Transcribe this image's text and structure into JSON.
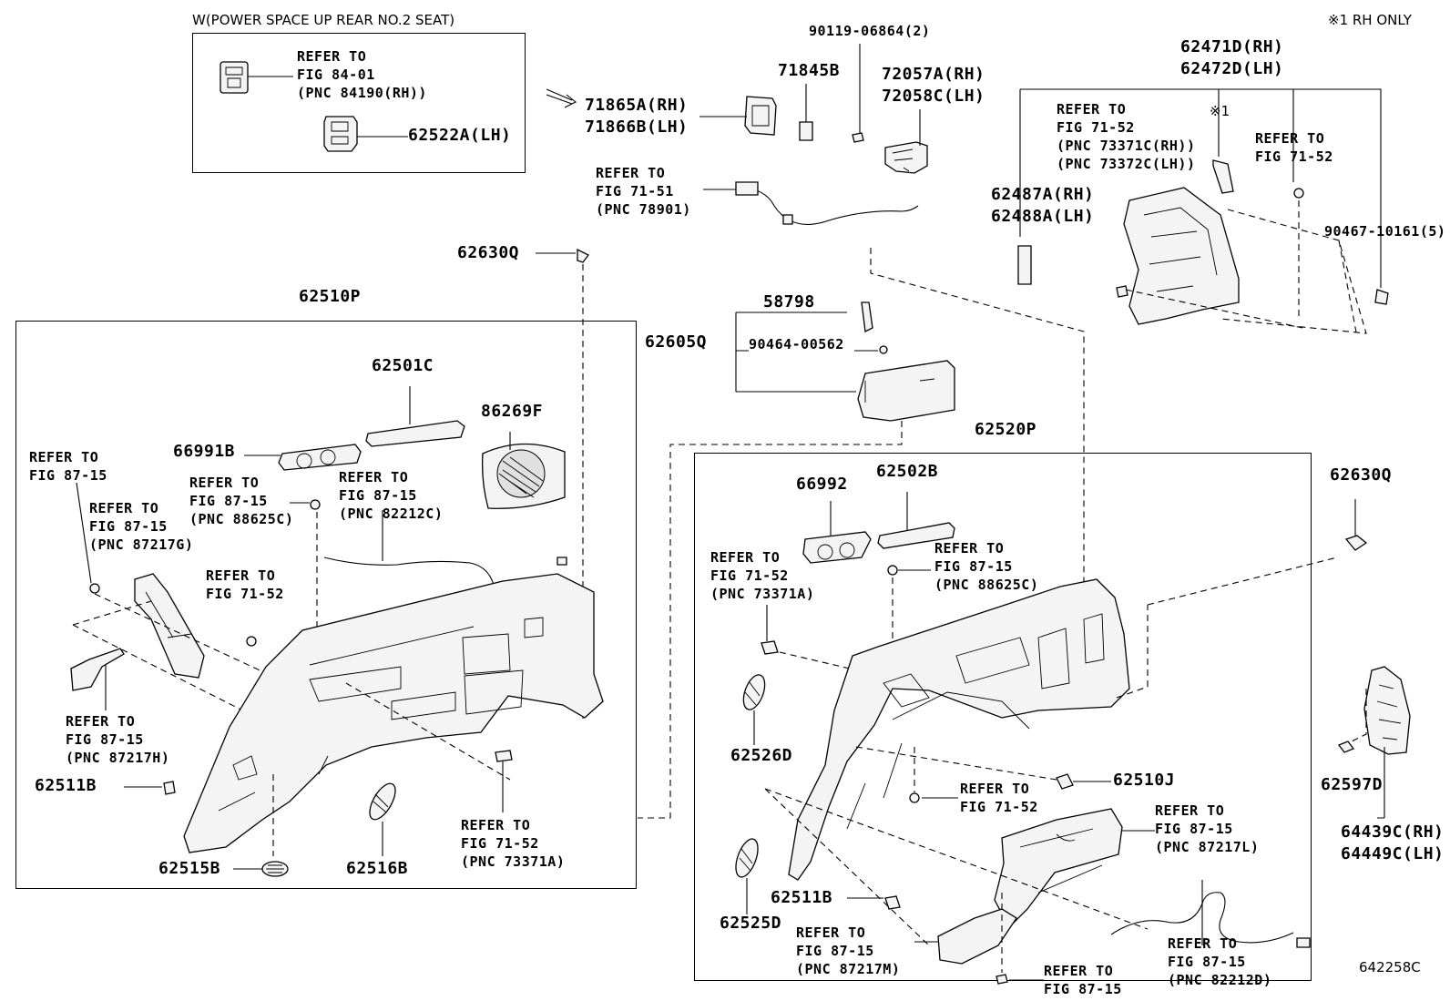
{
  "header": {
    "rh_only_note": "※1 RH ONLY",
    "diagram_code": "642258C"
  },
  "inset": {
    "title": "W(POWER SPACE UP REAR NO.2 SEAT)",
    "ref_fig": "REFER TO\nFIG 84-01\n(PNC 84190(RH))",
    "part": "62522A(LH)"
  },
  "upper_center": {
    "p71865": "71865A(RH)\n71866B(LH)",
    "p71845": "71845B",
    "p90119": "90119-06864(2)",
    "p72057": "72057A(RH)\n72058C(LH)",
    "ref_7151": "REFER TO\nFIG 71-51\n(PNC 78901)",
    "p62630q": "62630Q"
  },
  "upper_right": {
    "p62471": "62471D(RH)\n62472D(LH)",
    "ref_7152a": "REFER TO\nFIG 71-52\n(PNC 73371C(RH))\n(PNC 73372C(LH))",
    "mark1": "※1",
    "ref_7152b": "REFER TO\nFIG 71-52",
    "p62487": "62487A(RH)\n62488A(LH)",
    "p90467": "90467-10161(5)"
  },
  "center_mid": {
    "p58798": "58798",
    "p62605q": "62605Q",
    "p90464": "90464-00562"
  },
  "left_panel": {
    "title": "62510P",
    "p62501c": "62501C",
    "p86269f": "86269F",
    "p66991b": "66991B",
    "ref_a": "REFER TO\nFIG 87-15",
    "ref_b": "REFER TO\nFIG 87-15\n(PNC 87217G)",
    "ref_c": "REFER TO\nFIG 87-15\n(PNC 88625C)",
    "ref_d": "REFER TO\nFIG 87-15\n(PNC 82212C)",
    "ref_e": "REFER TO\nFIG 71-52",
    "ref_f": "REFER TO\nFIG 87-15\n(PNC 87217H)",
    "p62511b": "62511B",
    "p62515b": "62515B",
    "p62516b": "62516B",
    "ref_g": "REFER TO\nFIG 71-52\n(PNC 73371A)"
  },
  "right_panel": {
    "title": "62520P",
    "p66992": "66992",
    "p62502b": "62502B",
    "ref_a": "REFER TO\nFIG 71-52\n(PNC 73371A)",
    "ref_b": "REFER TO\nFIG 87-15\n(PNC 88625C)",
    "p62526d": "62526D",
    "p62510j": "62510J",
    "ref_c": "REFER TO\nFIG 71-52",
    "ref_d": "REFER TO\nFIG 87-15\n(PNC 87217L)",
    "p62525d": "62525D",
    "p62511b": "62511B",
    "ref_e": "REFER TO\nFIG 87-15\n(PNC 87217M)",
    "ref_f": "REFER TO\nFIG 87-15",
    "ref_g": "REFER TO\nFIG 87-15\n(PNC 82212D)"
  },
  "far_right": {
    "p62630q": "62630Q",
    "p62597d": "62597D",
    "p64439c": "64439C(RH)\n64449C(LH)"
  }
}
